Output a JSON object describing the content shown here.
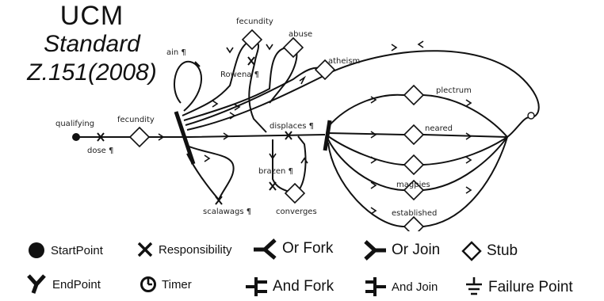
{
  "title": {
    "line1": "UCM",
    "line2": "Standard",
    "line3": "Z.151(2008)"
  },
  "diagram": {
    "labels": {
      "qualifying": "qualifying",
      "fecundity_stub": "fecundity",
      "dose": "dose ¶",
      "ain": "ain ¶",
      "fecundity_top": "fecundity",
      "rowena": "Rowena ¶",
      "abuse": "abuse",
      "atheism": "atheism",
      "displaces": "displaces ¶",
      "brazen": "brazen ¶",
      "converges": "converges",
      "scalawags": "scalawags ¶",
      "plectrum": "plectrum",
      "neared": "neared",
      "magpies": "magpies",
      "established": "established"
    }
  },
  "legend": {
    "start_point": "StartPoint",
    "responsibility": "Responsibility",
    "or_fork": "Or Fork",
    "or_join": "Or Join",
    "stub": "Stub",
    "end_point": "EndPoint",
    "timer": "Timer",
    "and_fork": "And Fork",
    "and_join": "And Join",
    "failure_point": "Failure Point"
  }
}
